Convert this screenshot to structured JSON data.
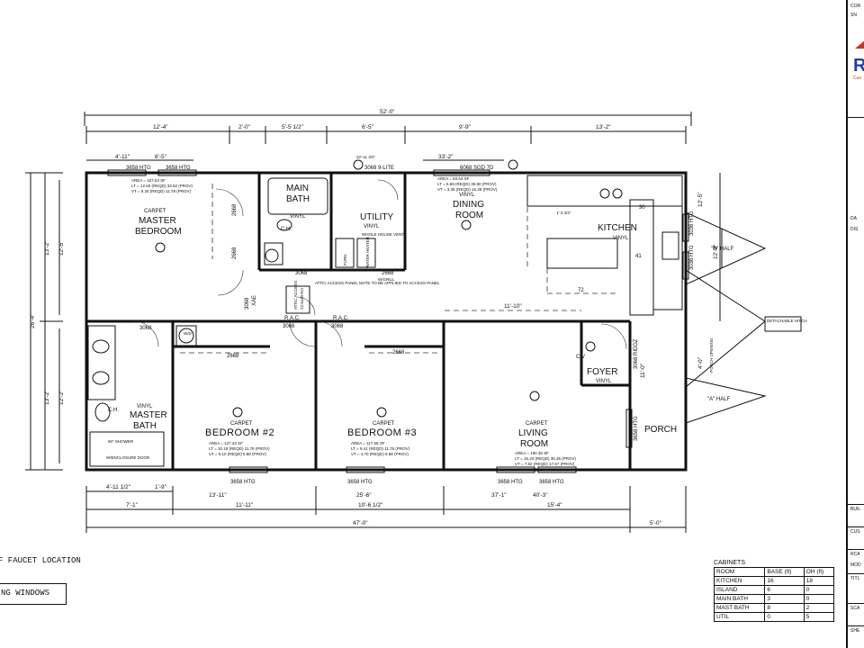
{
  "overall": {
    "width_top": "52'-0\"",
    "width_bottom": "47'-0\"",
    "hitch_ext": "5'-0\"",
    "depth_total": "26'-4\"",
    "depth_half": "13'-2\""
  },
  "top_dims": [
    "12'-4\"",
    "2'-0\"",
    "5'-5 1/2\"",
    "6'-5\"",
    "9'-9\"",
    "13'-2\""
  ],
  "top_sub_dims": [
    "4'-11\"",
    "8'-5\"",
    "33'-2\""
  ],
  "bottom_dims": [
    "4'-11 1/2\"",
    "1'-9\"",
    "7'-1\"",
    "13'-11\"",
    "11'-11\"",
    "25'-6\"",
    "10'-6 1/2\"",
    "37'-1\"",
    "40'-3\"",
    "15'-4\""
  ],
  "left_dims": [
    "13'-2\"",
    "12'-5\"",
    "13'-2\"",
    "12'-2\""
  ],
  "right_dims": [
    "12'-2\"",
    "12'-5\""
  ],
  "windows": {
    "top_left_1": "3658 HTG",
    "top_left_2": "3658 HTG",
    "top_door": "3068 9-LITE",
    "top_door_sub": "22'-11 3/4\"",
    "top_sgd": "6068 SGD 7D",
    "bottom_1": "3658 HTG",
    "bottom_2": "3658 HTG",
    "bottom_3": "3658 HTG",
    "bottom_4": "3658 HTG",
    "right_1": "3036 HTG",
    "right_2": "3036 HTG",
    "right_door": "3068 RIDDZ",
    "right_win": "3658 HTG"
  },
  "doors": {
    "d1": "2668",
    "d2": "2668",
    "d3": "3068",
    "d4": "2668",
    "d4b": "W/GRILL",
    "d5": "3068",
    "d6": "3068",
    "d6b": "XAE",
    "rac1": "R.A.C.",
    "rac1b": "3068",
    "rac2": "R.A.C.",
    "rac2b": "3068",
    "d7": "2668",
    "d8": "2668"
  },
  "rooms": {
    "master_bedroom": {
      "floor": "CARPET",
      "name1": "MASTER",
      "name2": "BEDROOM",
      "area": "AREA = 157.53 SF",
      "lt": "LT = 12.60 (REQD) 33.52 (PROV)",
      "vt": "VT = 6.30 (REQD) 11.78 (PROV)"
    },
    "main_bath": {
      "name1": "MAIN",
      "name2": "BATH",
      "floor": "VINYL",
      "ch": "C.H."
    },
    "utility": {
      "name": "UTILITY",
      "floor": "VINYL",
      "vent": "WHOLE HOUSE VENT",
      "furn": "FURN",
      "water": "WATER HEATER"
    },
    "dining": {
      "name1": "DINING",
      "name2": "ROOM",
      "floor": "VINYL",
      "area": "AREA = 83.64 SF",
      "lt": "LT = 6.69 (REQD) 30.80 (PROV)",
      "vt": "VT = 3.35 (REQD) 15.38 (PROV)"
    },
    "kitchen": {
      "name": "KITCHEN",
      "floor": "VINYL",
      "d30": "30",
      "d41": "41",
      "d72": "72",
      "dim": "1'-3 3/4\""
    },
    "attic": {
      "label": "ATTIC ACCESS",
      "size": "22.5x30 RO",
      "note": "ATTIC ACCESS PANEL NOTE TO BE APPLIED TO ACCESS PANEL"
    },
    "master_bath": {
      "floor": "VINYL",
      "name1": "MASTER",
      "name2": "BATH",
      "ch": "C.H.",
      "shower": "60\" SHOWER",
      "door": "W/ENCLOSURE DOOR",
      "wd": "W/D"
    },
    "bedroom2": {
      "floor": "CARPET",
      "name": "BEDROOM #2",
      "area": "AREA = 127.43 SF",
      "lt": "LT = 10.19 (REQD) 11.76 (PROV)",
      "vt": "VT = 5.10 (REQD) 5.88 (PROV)"
    },
    "bedroom3": {
      "floor": "CARPET",
      "name": "BEDROOM #3",
      "area": "AREA = 117.58 SF",
      "lt": "LT = 9.41 (REQD) 11.76 (PROV)",
      "vt": "VT = 4.70 (REQD) 5.88 (PROV)"
    },
    "living": {
      "floor": "CARPET",
      "name1": "LIVING",
      "name2": "ROOM",
      "area": "AREA = 190.36 SF",
      "lt": "LT = 15.23 (REQD) 35.35 (PROV)",
      "vt": "VT = 7.62 (REQD) 17.67 (PROV)",
      "dim": "11'-10\""
    },
    "foyer": {
      "name": "FOYER",
      "floor": "VINYL",
      "cv": "C/V"
    },
    "porch": {
      "name": "PORCH",
      "dim": "4'-0\"",
      "dim2": "11'-0\""
    }
  },
  "hitch": {
    "b_half": "\"B\" HALF",
    "a_half": "\"A\" HALF",
    "detachable": "DETACHABLE HITCH",
    "porch_opening": "PORCH OPENING"
  },
  "notes": {
    "faucet": "F FAUCET LOCATION",
    "windows_legend": "NG WINDOWS"
  },
  "cabinets": {
    "title": "CABINETS",
    "header": [
      "ROOM",
      "BASE (ft)",
      "OH (ft)"
    ],
    "rows": [
      [
        "KITCHEN",
        "16",
        "18"
      ],
      [
        "ISLAND",
        "6",
        "0"
      ],
      [
        "MAIN BATH",
        "3",
        "0"
      ],
      [
        "MAST BATH",
        "8",
        "2"
      ],
      [
        "UTIL",
        "0",
        "5"
      ]
    ]
  },
  "title_block": {
    "l1": "COR",
    "l2": "SN",
    "logo": "R",
    "logo_sub": "Cus",
    "d": "DA",
    "dis": "DIS",
    "bui": "BUIL",
    "cus": "CUS",
    "rca": "RCA",
    "mod": "MOD",
    "tit": "TITL",
    "sca": "SCA",
    "she": "SHE"
  },
  "colors": {
    "line": "#111111",
    "logo_blue": "#1f3fa8",
    "logo_red": "#c0392b",
    "background": "#ffffff"
  }
}
